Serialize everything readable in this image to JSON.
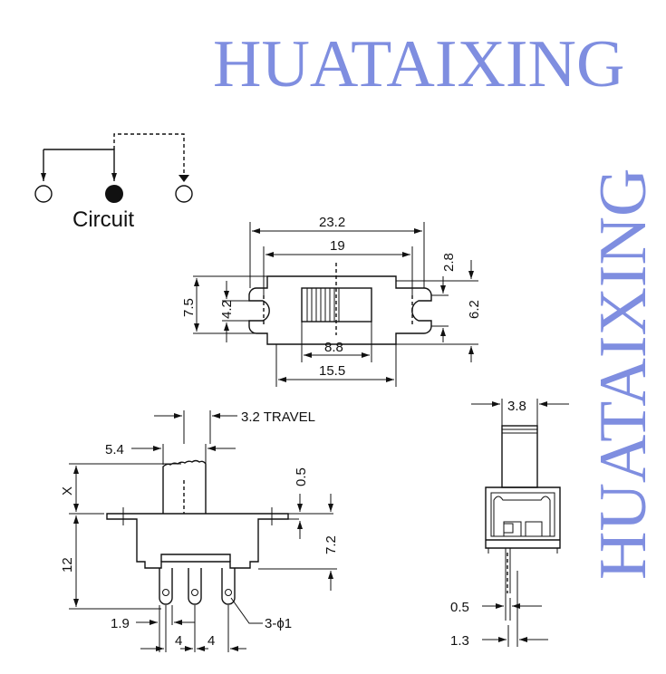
{
  "circuit": {
    "label": "Circuit"
  },
  "top_view": {
    "dim_overall": "23.2",
    "dim_hole_pitch": "19",
    "dim_slot_top": "2.8",
    "dim_height": "7.5",
    "dim_slot": "4.2",
    "dim_inner": "6.2",
    "dim_slider": "8.8",
    "dim_body": "15.5"
  },
  "side_view": {
    "travel": "3.2 TRAVEL",
    "dim_actuator": "5.4",
    "dim_x": "X",
    "dim_flange": "0.5",
    "dim_12": "12",
    "dim_72": "7.2",
    "dim_terminal": "1.9",
    "dim_pitch1": "4",
    "dim_pitch2": "4",
    "dim_hole": "3-ϕ1"
  },
  "end_view": {
    "dim_actuator": "3.8",
    "dim_thickness": "0.5",
    "dim_offset": "1.3"
  },
  "watermark": {
    "text": "HUATAIXING"
  }
}
